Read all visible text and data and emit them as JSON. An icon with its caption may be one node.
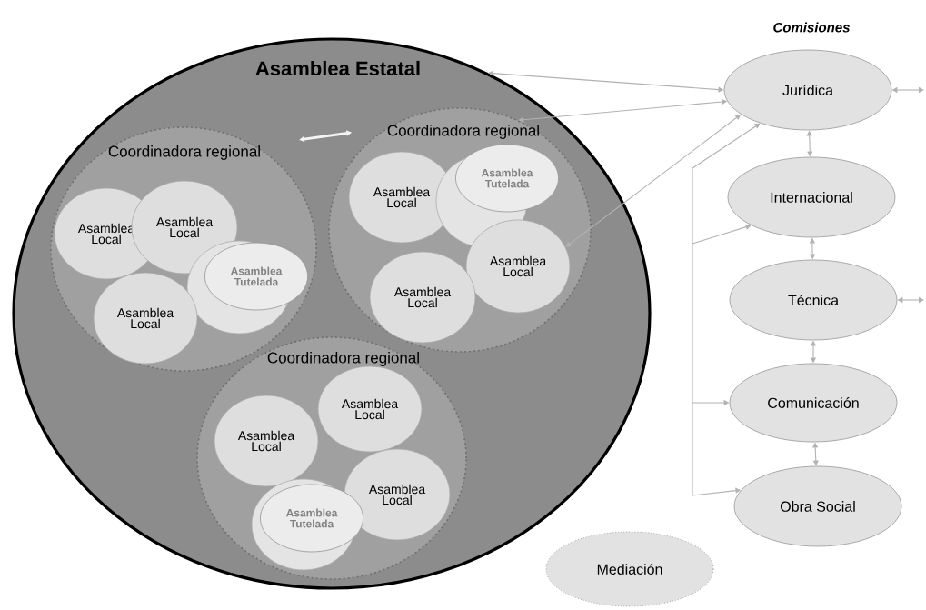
{
  "diagram": {
    "nodes": [
      {
        "text": [
          "Asamblea Estatal"
        ]
      },
      {
        "text": [
          "Coordinadora regional"
        ],
        "in": 0
      },
      {
        "text": [
          "Asamblea Local"
        ],
        "in": 1
      },
      {
        "text": [
          "Asamblea Local"
        ],
        "in": 1
      },
      {
        "text": [],
        "shape": "circle",
        "in": 1
      },
      {
        "text": [
          "Asamblea Tutelada"
        ],
        "in": 4
      },
      {
        "text": [
          "Asamblea Local"
        ],
        "in": 1
      },
      {
        "text": [
          "Coordinadora regional"
        ],
        "in": 0
      },
      {
        "text": [
          "Asamblea Local"
        ],
        "in": 7
      },
      {
        "text": [],
        "shape": "circle",
        "in": 7
      },
      {
        "text": [
          "Asamblea Tutelada"
        ],
        "in": 7
      },
      {
        "text": [
          "Asamblea Local"
        ],
        "in": 7
      },
      {
        "text": [
          "Asamblea Local"
        ],
        "in": 7
      },
      {
        "text": [
          "Coordinadora regional"
        ],
        "in": 0
      },
      {
        "text": [
          "Asamblea Local"
        ],
        "in": 13
      },
      {
        "text": [
          "Asamblea Local"
        ],
        "in": 13
      },
      {
        "text": [
          "Asamblea Local"
        ],
        "in": 13
      },
      {
        "text": [],
        "shape": "circle",
        "in": 13
      },
      {
        "text": [
          "Asamblea Tutelada"
        ],
        "in": 17
      },
      {
        "text": [
          "Jurídica"
        ]
      },
      {
        "text": [
          "Internacional"
        ]
      },
      {
        "text": [
          "Técnica"
        ]
      },
      {
        "text": [
          "Comunicación"
        ]
      },
      {
        "text": [
          "Obra Social"
        ]
      },
      {
        "text": [
          "Mediación"
        ]
      }
    ],
    "edges": [
      {
        "from": 0,
        "to": 19,
        "arrow": "both"
      },
      {
        "from": 19,
        "to": 7,
        "arrow": "both"
      },
      {
        "from": 19,
        "to": 11,
        "arrow": "both"
      },
      {
        "from": 1,
        "to": 7,
        "arrow": "both",
        "style": "thick",
        "color": "#f4f4f4"
      },
      {
        "from": 19,
        "to": 20,
        "arrow": "both"
      },
      {
        "from": 20,
        "to": 21,
        "arrow": "both"
      },
      {
        "from": 21,
        "to": 22,
        "arrow": "both"
      },
      {
        "from": 22,
        "to": 23,
        "arrow": "both"
      },
      {
        "from": 19,
        "to": 20,
        "arrow": "both"
      },
      {
        "from": 19,
        "to": 22,
        "arrow": "both"
      },
      {
        "from": 19,
        "to": 23,
        "arrow": "both"
      },
      {
        "from": 19,
        "to": null,
        "arrow": "both"
      },
      {
        "from": 21,
        "to": null,
        "arrow": "both"
      }
    ],
    "labels": [
      "Comisiones"
    ]
  }
}
